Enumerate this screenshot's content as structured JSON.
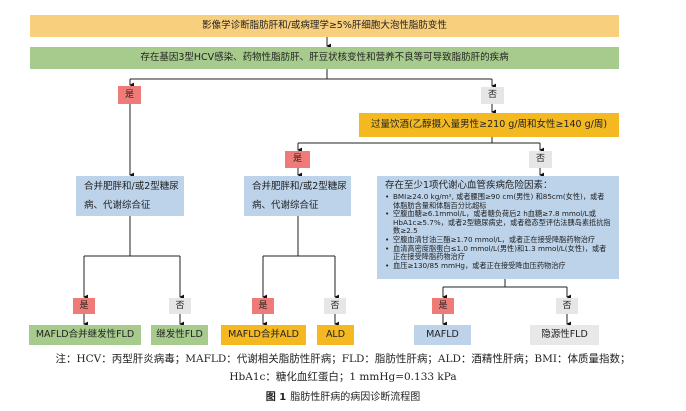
{
  "flowchart": {
    "top": "影像学诊断脂肪肝和/或病理学≥5%肝细胞大泡性脂肪变性",
    "exclusion": "存在基因3型HCV感染、药物性脂肪肝、肝豆状核变性和营养不良等可导致脂肪肝的疾病",
    "yes": "是",
    "no": "否",
    "alcohol": "过量饮酒(乙醇摄入量男性≥210 g/周和女性≥140 g/周)",
    "metabolic_left": "合并肥胖和/或2型糖尿病、代谢综合征",
    "metabolic_middle": "合并肥胖和/或2型糖尿病、代谢综合征",
    "risk_box": {
      "title": "存在至少1项代谢心血管疾病危险因素：",
      "items": [
        "BMI≥24.0 kg/m², 或者腰围≥90 cm(男性) 和85cm(女性)，或者体脂肪含量和体脂百分比超标",
        "空腹血糖≥6.1mmol/L，或者糖负荷后2 h血糖≥7.8 mmol/L或HbA1c≥5.7%，或者2型糖尿病史，或者稳态型评估法胰岛素抵抗指数≥2.5",
        "空腹血清甘油三酯≥1.70 mmol/L，或者正在接受降脂药物治疗",
        "血清高密度脂蛋白≤1.0 mmol/L(男性)和1.3 mmol/L(女性)，或者正在接受降脂药物治疗",
        "血压≥130/85 mmHg，或者正在接受降血压药物治疗"
      ]
    },
    "outcomes": {
      "mafld_secondary": "MAFLD合并继发性FLD",
      "secondary": "继发性FLD",
      "mafld_ald": "MAFLD合并ALD",
      "ald": "ALD",
      "mafld": "MAFLD",
      "cryptogenic": "隐源性FLD"
    }
  },
  "note": {
    "line1": "注：HCV：丙型肝炎病毒；MAFLD：代谢相关脂肪性肝病；FLD：脂肪性肝病；ALD：酒精性肝病；BMI：体质量指数；",
    "line2": "HbA1c：糖化血红蛋白；1 mmHg=0.133 kPa"
  },
  "caption": {
    "label": "图 1",
    "text": "脂肪性肝病的病因诊断流程图"
  }
}
